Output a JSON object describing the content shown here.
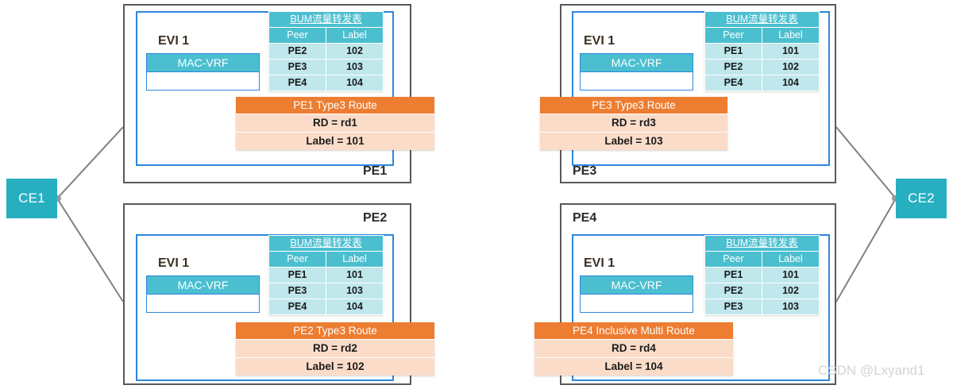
{
  "diagram": {
    "watermark": "CSDN @Lxyand1",
    "colors": {
      "teal": "#27AFC0",
      "table_header_teal": "#4BBFD0",
      "table_cell_cyan": "#BFE7EC",
      "route_header_orange": "#ED7D31",
      "route_row_peach": "#FBDCC8",
      "inner_border_blue": "#2E86DE",
      "outer_border_gray": "#595959",
      "link_gray": "#808080"
    },
    "ce_nodes": [
      {
        "id": "ce1",
        "label": "CE1"
      },
      {
        "id": "ce2",
        "label": "CE2"
      }
    ],
    "pe_nodes": [
      {
        "id": "pe1",
        "label": "PE1",
        "evi_label": "EVI 1",
        "macvrf_label": "MAC-VRF",
        "bum_table": {
          "title": "BUM流量转发表",
          "columns": [
            "Peer",
            "Label"
          ],
          "rows": [
            [
              "PE2",
              "102"
            ],
            [
              "PE3",
              "103"
            ],
            [
              "PE4",
              "104"
            ]
          ]
        },
        "route": {
          "title": "PE1 Type3 Route",
          "rows": [
            "RD = rd1",
            "Label = 101"
          ]
        }
      },
      {
        "id": "pe2",
        "label": "PE2",
        "evi_label": "EVI 1",
        "macvrf_label": "MAC-VRF",
        "bum_table": {
          "title": "BUM流量转发表",
          "columns": [
            "Peer",
            "Label"
          ],
          "rows": [
            [
              "PE1",
              "101"
            ],
            [
              "PE3",
              "103"
            ],
            [
              "PE4",
              "104"
            ]
          ]
        },
        "route": {
          "title": "PE2 Type3 Route",
          "rows": [
            "RD = rd2",
            "Label = 102"
          ]
        }
      },
      {
        "id": "pe3",
        "label": "PE3",
        "evi_label": "EVI 1",
        "macvrf_label": "MAC-VRF",
        "bum_table": {
          "title": "BUM流量转发表",
          "columns": [
            "Peer",
            "Label"
          ],
          "rows": [
            [
              "PE1",
              "101"
            ],
            [
              "PE2",
              "102"
            ],
            [
              "PE4",
              "104"
            ]
          ]
        },
        "route": {
          "title": "PE3 Type3 Route",
          "rows": [
            "RD = rd3",
            "Label = 103"
          ]
        }
      },
      {
        "id": "pe4",
        "label": "PE4",
        "evi_label": "EVI 1",
        "macvrf_label": "MAC-VRF",
        "bum_table": {
          "title": "BUM流量转发表",
          "columns": [
            "Peer",
            "Label"
          ],
          "rows": [
            [
              "PE1",
              "101"
            ],
            [
              "PE2",
              "102"
            ],
            [
              "PE3",
              "103"
            ]
          ]
        },
        "route": {
          "title": "PE4 Inclusive Multi Route",
          "rows": [
            "RD = rd4",
            "Label = 104"
          ]
        }
      }
    ]
  }
}
